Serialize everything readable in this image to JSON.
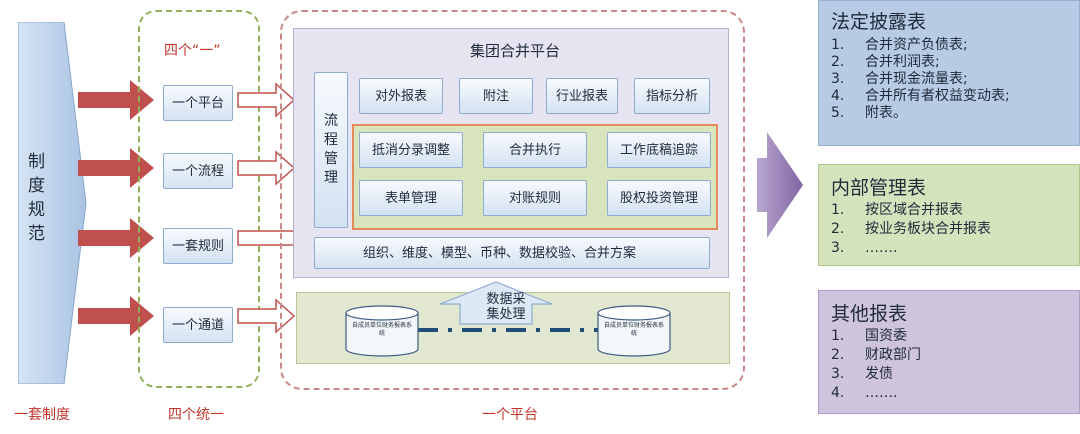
{
  "left": {
    "system_label": "制度规范",
    "system_caption": "一套制度"
  },
  "four_one": {
    "title": "四个“一”",
    "items": [
      "一个平台",
      "一个流程",
      "一套规则",
      "一个通道"
    ],
    "caption": "四个统一"
  },
  "platform": {
    "title": "集团合并平台",
    "process": "流程管理",
    "top_buttons": [
      "对外报表",
      "附注",
      "行业报表",
      "指标分析"
    ],
    "mid_buttons": [
      "抵消分录调整",
      "合并执行",
      "工作底稿追踪",
      "表单管理",
      "对账规则",
      "股权投资管理"
    ],
    "base_bar": "组织、维度、模型、币种、数据校验、合并方案",
    "data_collect": "数据采集处理",
    "db_left": "自成员单位财务报表系统",
    "db_right": "自成员单位财务报表系统",
    "caption": "一个平台"
  },
  "panels": [
    {
      "title": "法定披露表",
      "items": [
        {
          "num": "1.",
          "text": "合并资产负债表;"
        },
        {
          "num": "2.",
          "text": "合并利润表;"
        },
        {
          "num": "3.",
          "text": "合并现金流量表;"
        },
        {
          "num": "4.",
          "text": "合并所有者权益变动表;"
        },
        {
          "num": "5.",
          "text": "附表。"
        }
      ]
    },
    {
      "title": "内部管理表",
      "items": [
        {
          "num": "1.",
          "text": "按区域合并报表"
        },
        {
          "num": "2.",
          "text": "按业务板块合并报表"
        },
        {
          "num": "3.",
          "text": "……."
        }
      ]
    },
    {
      "title": "其他报表",
      "items": [
        {
          "num": "1.",
          "text": "国资委"
        },
        {
          "num": "2.",
          "text": "财政部门"
        },
        {
          "num": "3.",
          "text": "发债"
        },
        {
          "num": "4.",
          "text": "……."
        }
      ]
    }
  ],
  "colors": {
    "arrow_red": "#c0504d",
    "panel_blue": "#b7cce4",
    "panel_green": "#d5e3bd",
    "panel_purple": "#cfc4dd",
    "big_arrow": "#8064a2"
  }
}
